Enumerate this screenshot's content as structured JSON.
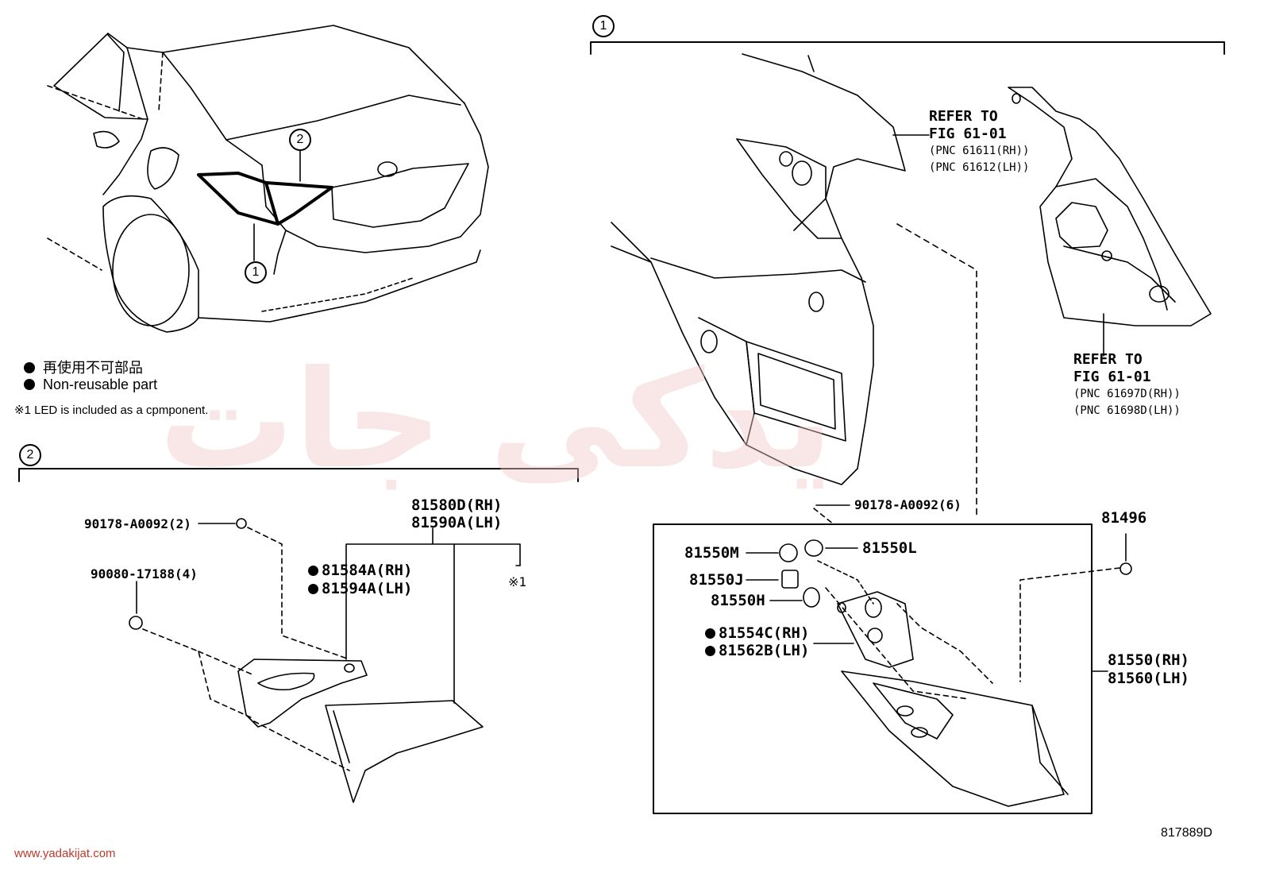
{
  "legend": {
    "jp_text": "再使用不可部品",
    "en_text": "Non-reusable part",
    "note": "※1  LED is included as a cpmponent."
  },
  "callouts": {
    "one": "1",
    "two": "2"
  },
  "section1_parts": {
    "fig_ref_a": {
      "line1": "REFER TO",
      "line2": "FIG 61-01",
      "line3": "(PNC 61611(RH))",
      "line4": "(PNC 61612(LH))"
    },
    "fig_ref_b": {
      "line1": "REFER TO",
      "line2": "FIG 61-01",
      "line3": "(PNC 61697D(RH))",
      "line4": "(PNC 61698D(LH))"
    },
    "screw": "90178-A0092(6)",
    "socket_m": "81550M",
    "bulb_l": "81550L",
    "cover_j": "81550J",
    "bulb_h": "81550H",
    "gasket_rh": "81554C(RH)",
    "gasket_lh": "81562B(LH)",
    "nut": "81496",
    "lamp_rh": "81550(RH)",
    "lamp_lh": "81560(LH)"
  },
  "section2_parts": {
    "screw": "90178-A0092(2)",
    "clip": "90080-17188(4)",
    "lamp_rh": "81580D(RH)",
    "lamp_lh": "81590A(LH)",
    "gasket_rh": "81584A(RH)",
    "gasket_lh": "81594A(LH)",
    "led_note": "※1"
  },
  "diagram_id": "817889D",
  "footer_url": "www.yadakijat.com",
  "watermark_text": "یدکی جات"
}
